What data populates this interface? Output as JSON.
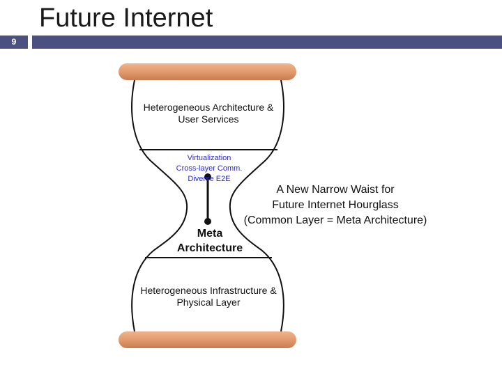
{
  "slide": {
    "title": "Future Internet",
    "number": "9"
  },
  "hourglass": {
    "top_section": "Heterogeneous Architecture & User Services",
    "waist_items": [
      "Virtualization",
      "Cross-layer Comm.",
      "Diverse E2E"
    ],
    "meta_label": "Meta Architecture",
    "bottom_section": "Heterogeneous Infrastructure & Physical Layer"
  },
  "callout": {
    "lines": [
      "A New Narrow Waist for",
      "Future Internet Hourglass",
      "(Common Layer = Meta Architecture)"
    ]
  },
  "colors": {
    "title_bar": "#4a5180",
    "wood": "#e29a6e",
    "waist_text": "#2a2ad0"
  }
}
